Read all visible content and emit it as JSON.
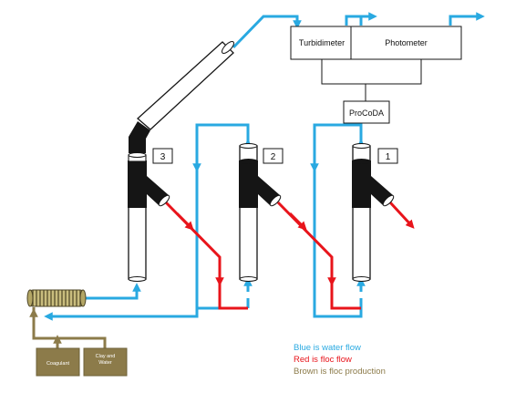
{
  "colors": {
    "water": "#29a9e1",
    "floc": "#e8141b",
    "production": "#8c7b4a",
    "tube_dark": "#151515"
  },
  "boxes": {
    "turbidimeter": "Turbidimeter",
    "photometer": "Photometer",
    "procoda": "ProCoDA",
    "coagulant": "Coagulant",
    "clay_water": "Clay and Water"
  },
  "column_numbers": [
    "3",
    "2",
    "1"
  ],
  "legend": {
    "blue": "Blue is water flow",
    "red": "Red is floc flow",
    "brown": "Brown is floc production"
  }
}
